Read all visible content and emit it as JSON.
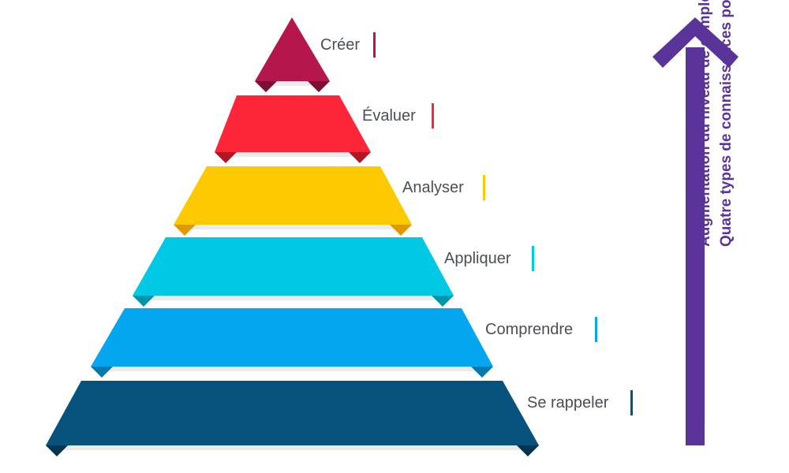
{
  "levels": [
    {
      "label": "Créer",
      "color": "#b5164b",
      "shade": "#7d0f34"
    },
    {
      "label": "Évaluer",
      "color": "#fc2638",
      "shade": "#b01825"
    },
    {
      "label": "Analyser",
      "color": "#fdc900",
      "shade": "#e09a00"
    },
    {
      "label": "Appliquer",
      "color": "#00c9e5",
      "shade": "#0095ab"
    },
    {
      "label": "Comprendre",
      "color": "#04a7ef",
      "shade": "#0479ad"
    },
    {
      "label": "Se rappeler",
      "color": "#08527e",
      "shade": "#053450"
    }
  ],
  "arrow": {
    "color": "#5b3499",
    "line1": "Augmentation du niveau de complexité",
    "line2": "Quatre types de connaissances possibles"
  }
}
